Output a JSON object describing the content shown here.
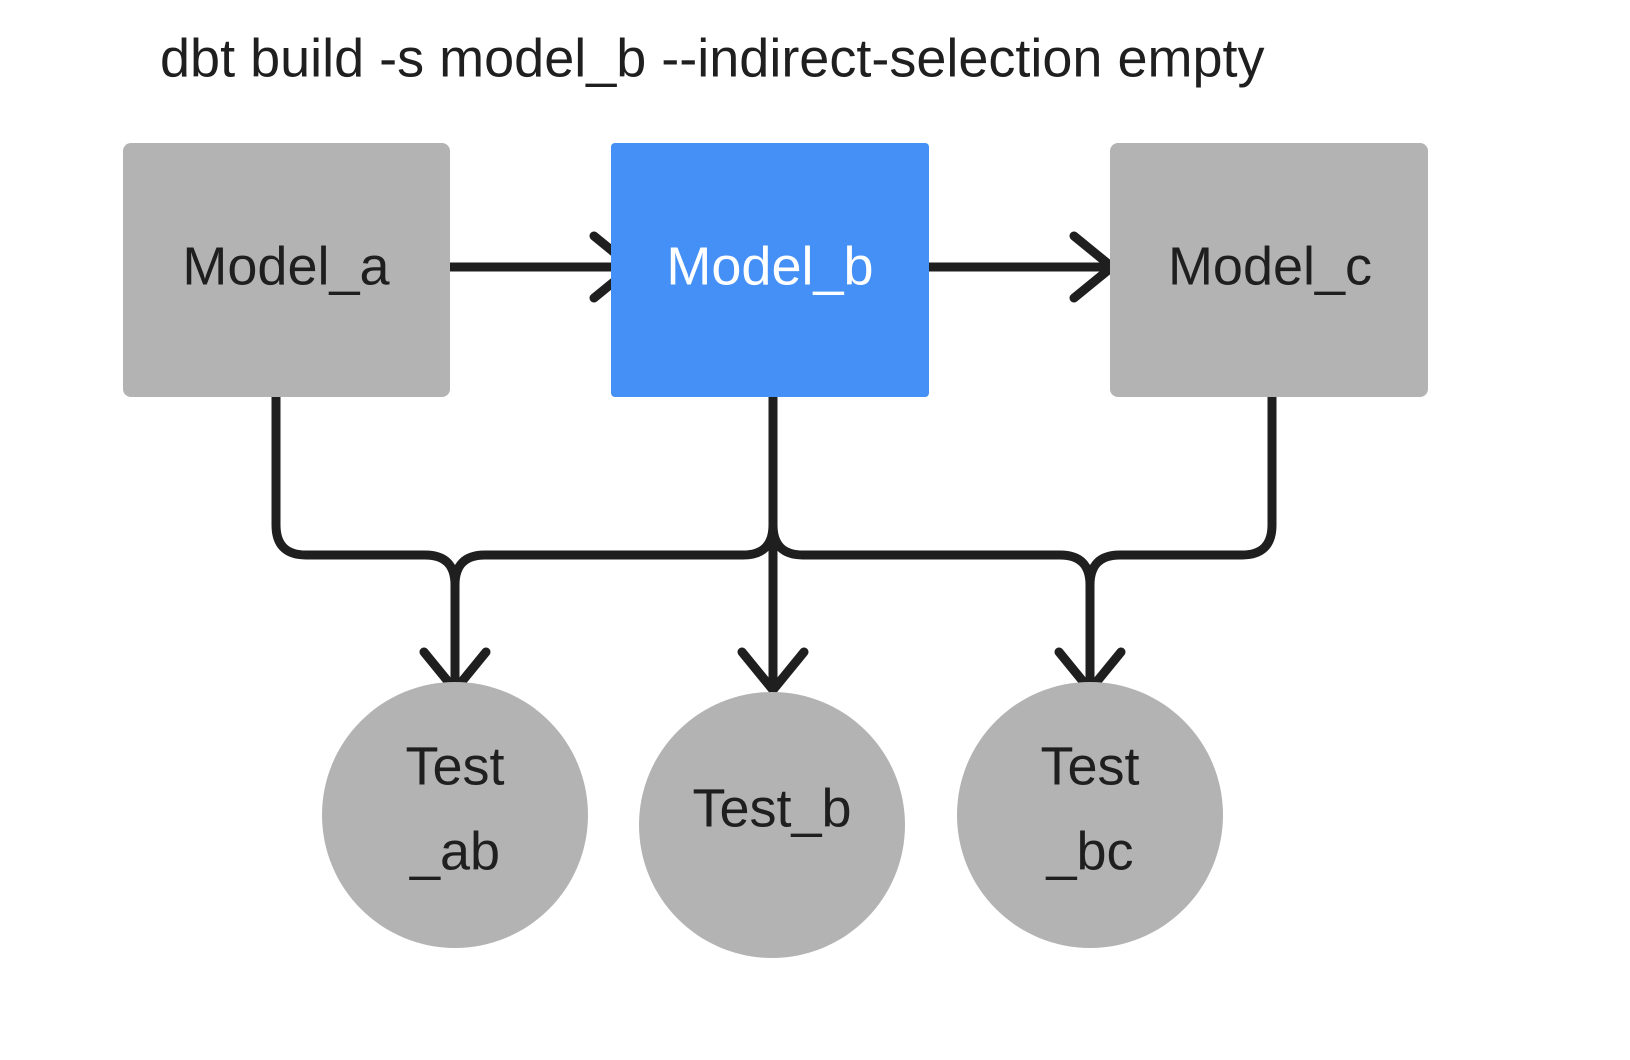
{
  "title": "dbt build -s model_b --indirect-selection empty",
  "colors": {
    "background": "#ffffff",
    "node_gray": "#b3b3b3",
    "node_selected_blue": "#4490f7",
    "edge": "#1f1f1f",
    "label_dark": "#1f1f1f",
    "label_light": "#ffffff"
  },
  "models": [
    {
      "id": "model_a",
      "label": "Model_a",
      "shape": "rectangle",
      "state": "unselected",
      "fill": "#b3b3b3"
    },
    {
      "id": "model_b",
      "label": "Model_b",
      "shape": "rectangle",
      "state": "selected",
      "fill": "#4490f7"
    },
    {
      "id": "model_c",
      "label": "Model_c",
      "shape": "rectangle",
      "state": "unselected",
      "fill": "#b3b3b3"
    }
  ],
  "tests": [
    {
      "id": "test_ab",
      "label_line1": "Test",
      "label_line2": "_ab",
      "shape": "circle",
      "state": "unselected",
      "fill": "#b3b3b3"
    },
    {
      "id": "test_b",
      "label_line1": "Test_b",
      "label_line2": "",
      "shape": "circle",
      "state": "unselected",
      "fill": "#b3b3b3"
    },
    {
      "id": "test_bc",
      "label_line1": "Test",
      "label_line2": "_bc",
      "shape": "circle",
      "state": "unselected",
      "fill": "#b3b3b3"
    }
  ],
  "edges": [
    {
      "id": "edge-model-a-to-model-b",
      "from": "model_a",
      "to": "model_b",
      "style": "straight-horizontal"
    },
    {
      "id": "edge-model-b-to-model-c",
      "from": "model_b",
      "to": "model_c",
      "style": "straight-horizontal"
    },
    {
      "id": "edge-model-a-to-test-ab",
      "from": "model_a",
      "to": "test_ab",
      "style": "elbow"
    },
    {
      "id": "edge-model-b-to-test-ab",
      "from": "model_b",
      "to": "test_ab",
      "style": "elbow"
    },
    {
      "id": "edge-model-b-to-test-b",
      "from": "model_b",
      "to": "test_b",
      "style": "straight-vertical"
    },
    {
      "id": "edge-model-b-to-test-bc",
      "from": "model_b",
      "to": "test_bc",
      "style": "elbow"
    },
    {
      "id": "edge-model-c-to-test-bc",
      "from": "model_c",
      "to": "test_bc",
      "style": "elbow"
    }
  ]
}
